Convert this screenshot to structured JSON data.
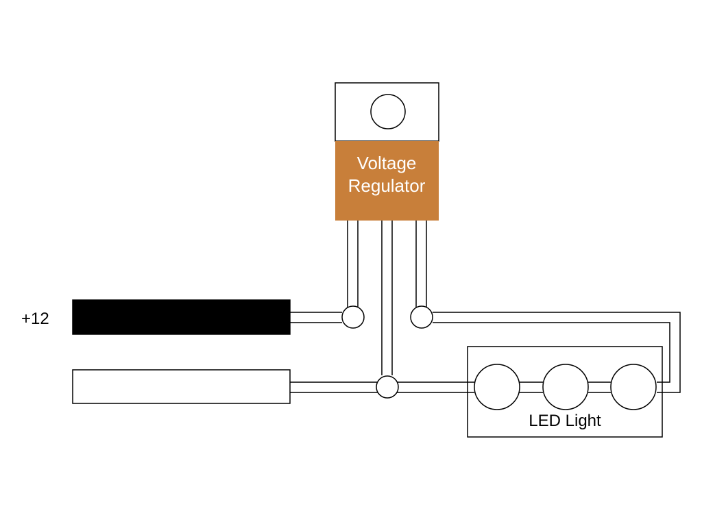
{
  "supply": {
    "positive_label": "+12"
  },
  "regulator": {
    "label_line1": "Voltage",
    "label_line2": "Regulator",
    "body_color": "#c87f3a"
  },
  "led": {
    "label": "LED Light",
    "count": 3
  },
  "colors": {
    "positive_wire": "#000000",
    "outline": "#000000",
    "background": "#ffffff"
  }
}
